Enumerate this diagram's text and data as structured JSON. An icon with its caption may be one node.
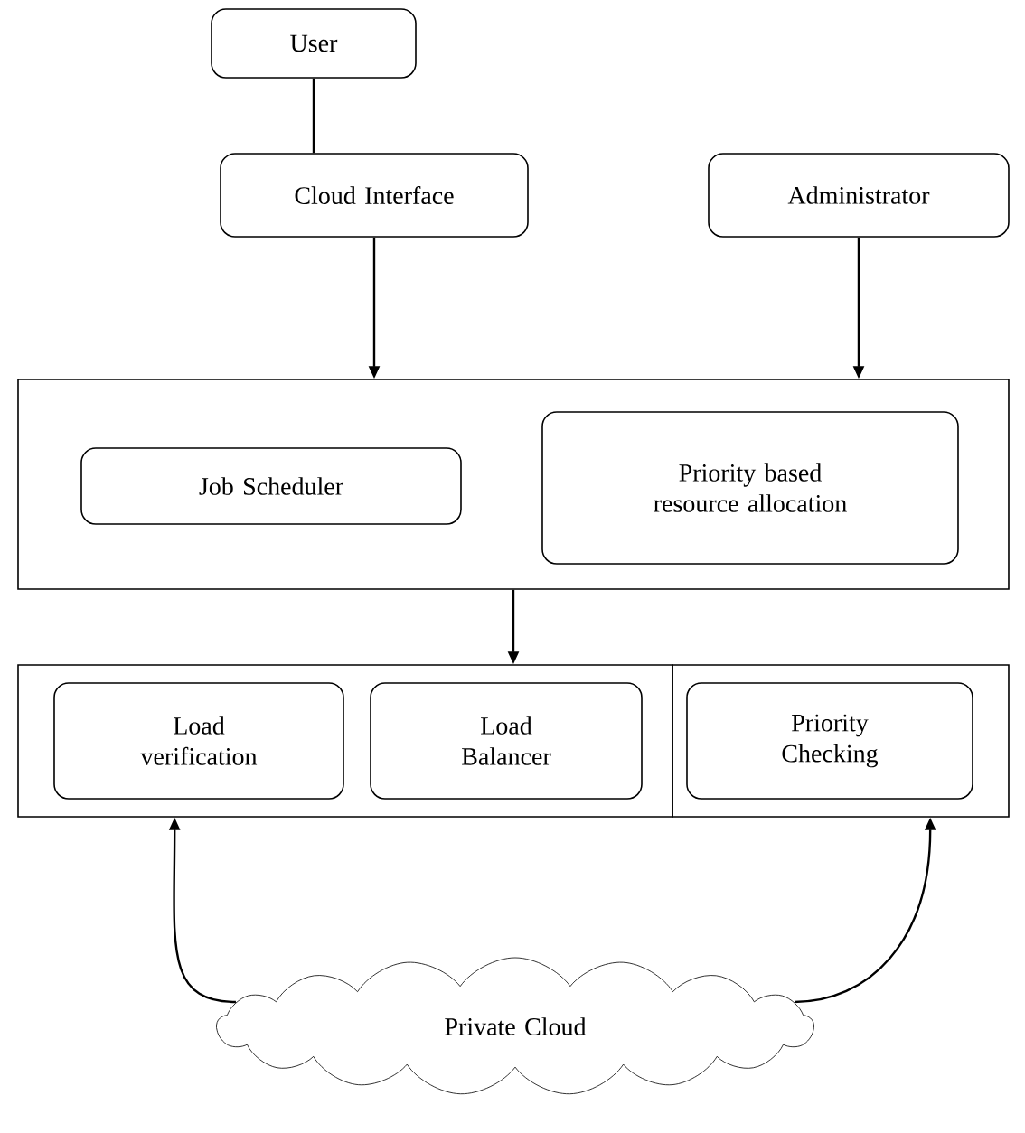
{
  "diagram": {
    "nodes": [
      {
        "text": [
          "User"
        ]
      },
      {
        "text": [
          "Cloud Interface"
        ]
      },
      {
        "text": [
          "Administrator"
        ]
      },
      {
        "text": [],
        "shape": "box"
      },
      {
        "text": [
          "Job Scheduler"
        ],
        "in": 3
      },
      {
        "text": [
          "Priority based resource allocation"
        ],
        "in": 3
      },
      {
        "text": [],
        "shape": "box"
      },
      {
        "text": [
          "Load verification"
        ],
        "in": 6
      },
      {
        "text": [
          "Load Balancer"
        ],
        "in": 6
      },
      {
        "text": [],
        "shape": "box"
      },
      {
        "text": [
          "Priority Checking"
        ],
        "in": 9
      },
      {
        "text": [
          "Private Cloud"
        ]
      }
    ],
    "edges": [
      {
        "from": 0,
        "to": 1,
        "arrow": "none"
      },
      {
        "from": 1,
        "to": 3,
        "arrow": "to"
      },
      {
        "from": 2,
        "to": 3,
        "arrow": "to"
      },
      {
        "from": 3,
        "to": 6,
        "arrow": "to"
      },
      {
        "from": 11,
        "to": 6,
        "arrow": "to"
      },
      {
        "from": 11,
        "to": 9,
        "arrow": "to"
      }
    ]
  }
}
